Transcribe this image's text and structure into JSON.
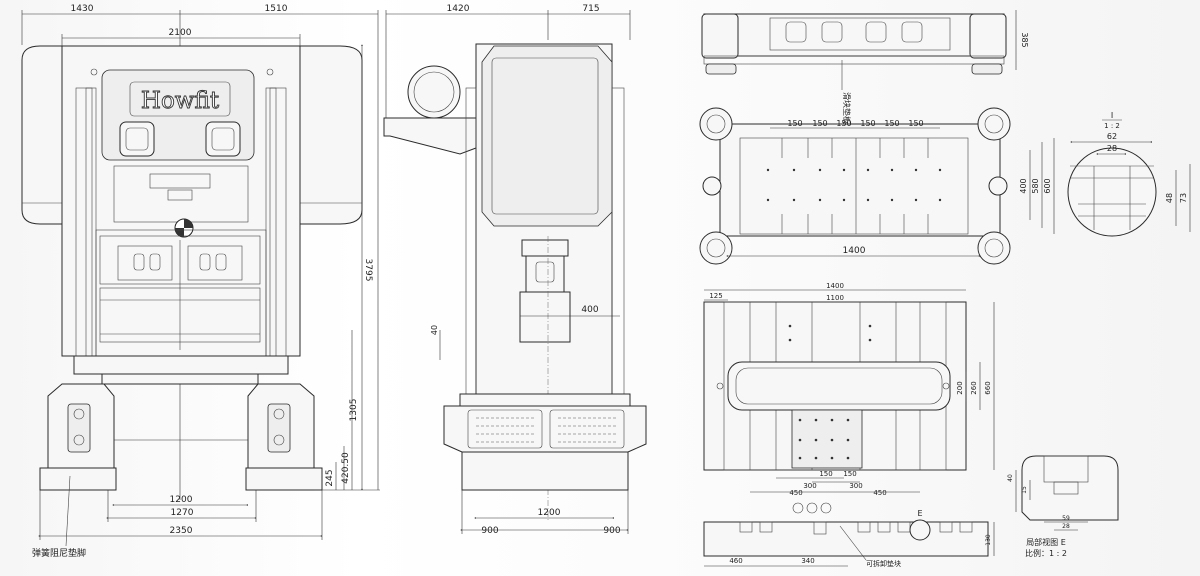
{
  "front": {
    "logo": "Howfit",
    "damper_label": "弹簧阻尼垫脚",
    "dims": {
      "d1430": "1430",
      "d1510": "1510",
      "d2100": "2100",
      "d3795": "3795",
      "d1305": "1305",
      "d420_50": "420.50",
      "d245": "245",
      "d1200": "1200",
      "d1270": "1270",
      "d2350": "2350"
    }
  },
  "side": {
    "dims": {
      "d1420": "1420",
      "d715": "715",
      "d400": "400",
      "d40": "40",
      "d1200": "1200",
      "d900a": "900",
      "d900b": "900"
    }
  },
  "bolster": {
    "dims": {
      "d385": "385"
    },
    "pad_label": "滑块垫板"
  },
  "plan": {
    "dims": {
      "d150_1": "150",
      "d150_2": "150",
      "d150_3": "150",
      "d150_4": "150",
      "d150_5": "150",
      "d150_6": "150",
      "d1400": "1400",
      "d400": "400",
      "d580": "580",
      "d600": "600"
    }
  },
  "detail_i": {
    "title": "I",
    "scale": "1 : 2",
    "dims": {
      "d62": "62",
      "d28": "28",
      "d48": "48",
      "d73": "73"
    }
  },
  "slide": {
    "dims": {
      "d1400": "1400",
      "d1100": "1100",
      "d125": "125",
      "d200": "200",
      "d260": "260",
      "d660": "660",
      "d150a": "150",
      "d150b": "150",
      "d300a": "300",
      "d300b": "300",
      "d450a": "450",
      "d450b": "450"
    }
  },
  "section": {
    "detail_e": "E",
    "removable_label": "可拆卸垫块",
    "dims": {
      "d460": "460",
      "d340": "340",
      "d130": "130"
    }
  },
  "detail_e": {
    "title": "局部视图 E",
    "scale": "比例：1 : 2",
    "dims": {
      "d40": "40",
      "d15": "15",
      "d59": "59",
      "d28": "28"
    }
  }
}
